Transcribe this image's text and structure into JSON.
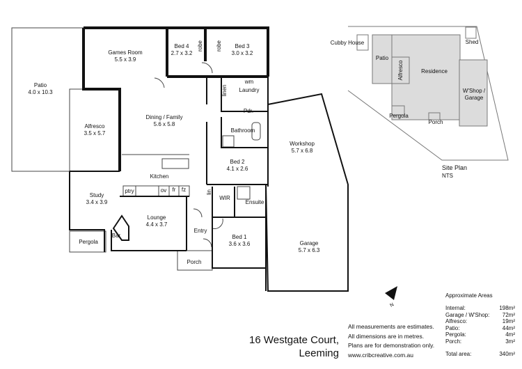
{
  "address": {
    "line1": "16 Westgate Court,",
    "line2": "Leeming"
  },
  "rooms": {
    "patio": {
      "name": "Patio",
      "size": "4.0 x 10.3"
    },
    "games": {
      "name": "Games Room",
      "size": "5.5 x 3.9"
    },
    "bed4": {
      "name": "Bed 4",
      "size": "2.7 x 3.2"
    },
    "bed3": {
      "name": "Bed 3",
      "size": "3.0 x 3.2"
    },
    "robe": "robe",
    "linen": "linen",
    "wm": "wm",
    "laundry": "Laundry",
    "pdr": "Pdr.",
    "bathroom": "Bathroom",
    "alfresco": {
      "name": "Alfresco",
      "size": "3.5 x 5.7"
    },
    "dining": {
      "name": "Dining / Family",
      "size": "5.6 x 5.8"
    },
    "workshop": {
      "name": "Workshop",
      "size": "5.7 x 6.8"
    },
    "bed2": {
      "name": "Bed 2",
      "size": "4.1 x 2.6"
    },
    "kitchen": "Kitchen",
    "ptry": "ptry",
    "ov": "ov",
    "fr": "fr",
    "fz": "fz",
    "lin": "lin",
    "study": {
      "name": "Study",
      "size": "3.4 x 3.9"
    },
    "wir": "WIR",
    "ensuite": "Ensuite",
    "lounge": {
      "name": "Lounge",
      "size": "4.4 x 3.7"
    },
    "entry": "Entry",
    "bed1": {
      "name": "Bed 1",
      "size": "3.6 x 3.6"
    },
    "garage": {
      "name": "Garage",
      "size": "5.7 x 6.3"
    },
    "pergola": "Pergola",
    "bar": "Bar",
    "porch": "Porch"
  },
  "site_plan": {
    "cubby": "Cubby House",
    "shed": "Shed",
    "patio": "Patio",
    "alfresco": "Alfresco",
    "residence": "Residence",
    "wshop_garage": "W'Shop / Garage",
    "pergola": "Pergola",
    "porch": "Porch",
    "title": "Site Plan",
    "scale": "NTS"
  },
  "compass": "N",
  "notes": [
    "All measurements are estimates.",
    "All dimensions are in metres.",
    "Plans are for demonstration only.",
    "www.cribcreative.com.au"
  ],
  "areas": {
    "title": "Approximate Areas",
    "rows": [
      {
        "label": "Internal:",
        "value": "198m²"
      },
      {
        "label": "Garage / W'Shop:",
        "value": "72m²"
      },
      {
        "label": "Alfresco:",
        "value": "19m²"
      },
      {
        "label": "Patio:",
        "value": "44m²"
      },
      {
        "label": "Pergola:",
        "value": "4m²"
      },
      {
        "label": "Porch:",
        "value": "3m²"
      }
    ],
    "total": {
      "label": "Total area:",
      "value": "340m²"
    }
  },
  "colors": {
    "wall": "#111111",
    "site_fill": "#dcdcdc",
    "site_stroke": "#777777"
  }
}
